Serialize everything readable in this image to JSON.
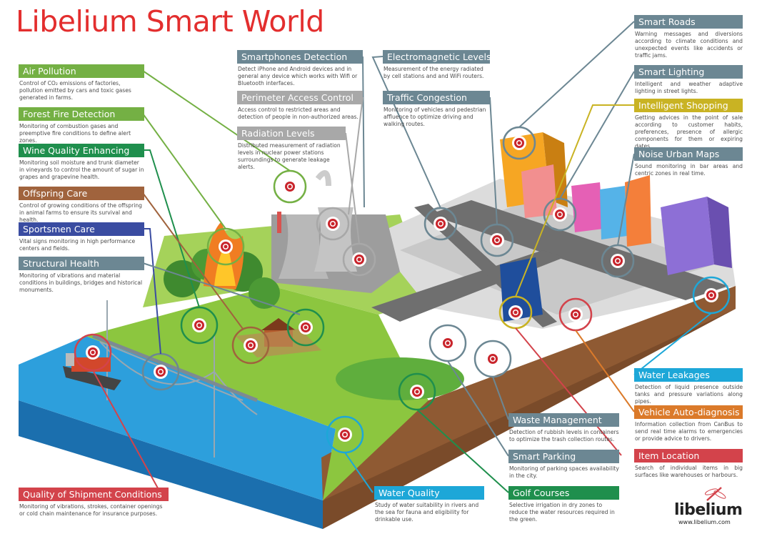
{
  "title": "Libelium Smart World",
  "callouts": {
    "air_pollution": {
      "title": "Air Pollution",
      "desc": "Control of CO₂ emissions of factories, pollution emitted by cars and toxic gases generated in farms.",
      "color": "#74b044"
    },
    "forest_fire": {
      "title": "Forest Fire Detection",
      "desc": "Monitoring of combustion gases and preemptive fire conditions to define alert zones.",
      "color": "#74b044"
    },
    "wine_quality": {
      "title": "Wine Quality Enhancing",
      "desc": "Monitoring soil moisture and trunk diameter in vineyards to control the amount of sugar in grapes and grapevine health.",
      "color": "#1f8f4d"
    },
    "offspring_care": {
      "title": "Offspring Care",
      "desc": "Control of growing conditions of the offspring in animal farms to ensure its survival and health.",
      "color": "#a0633d"
    },
    "sportsmen_care": {
      "title": "Sportsmen Care",
      "desc": "Vital signs monitoring in high performance centers and fields.",
      "color": "#3a4ca1"
    },
    "structural_health": {
      "title": "Structural Health",
      "desc": "Monitoring of vibrations and material conditions in buildings, bridges and historical monuments.",
      "color": "#6c8793"
    },
    "quality_shipment": {
      "title": "Quality of Shipment Conditions",
      "desc": "Monitoring of vibrations, strokes, container openings or cold chain maintenance for insurance purposes.",
      "color": "#d3434b"
    },
    "smartphones_detection": {
      "title": "Smartphones Detection",
      "desc": "Detect iPhone and Android devices and in general any device which works with Wifi or Bluetooth interfaces.",
      "color": "#6c8793"
    },
    "perimeter_access": {
      "title": "Perimeter Access Control",
      "desc": "Access control to restricted areas and detection of people in non-authorized areas.",
      "color": "#a8a8a8"
    },
    "radiation_levels": {
      "title": "Radiation Levels",
      "desc": "Distributed measurement of radiation levels in nuclear power stations surroundings to generate leakage alerts.",
      "color": "#a8a8a8"
    },
    "electromagnetic_levels": {
      "title": "Electromagnetic Levels",
      "desc": "Measurement of the energy radiated by cell stations and and WiFi routers.",
      "color": "#6c8793"
    },
    "traffic_congestion": {
      "title": "Traffic Congestion",
      "desc": "Monitoring of vehicles and pedestrian affluence to optimize driving and walking routes.",
      "color": "#6c8793"
    },
    "smart_roads": {
      "title": "Smart Roads",
      "desc": "Warning messages and diversions according to climate conditions and unexpected events like accidents or traffic jams.",
      "color": "#6c8793"
    },
    "smart_lighting": {
      "title": "Smart Lighting",
      "desc": "Intelligent and weather adaptive lighting in street lights.",
      "color": "#6c8793"
    },
    "intelligent_shopping": {
      "title": "Intelligent Shopping",
      "desc": "Getting advices in the point of sale according to customer habits, preferences, presence of allergic components for them or expiring dates.",
      "color": "#c9b323"
    },
    "noise_urban_maps": {
      "title": "Noise Urban Maps",
      "desc": "Sound monitoring in bar areas and centric zones in real time.",
      "color": "#6c8793"
    },
    "water_leakages": {
      "title": "Water Leakages",
      "desc": "Detection of liquid presence outside tanks and pressure variations along pipes.",
      "color": "#1da7d8"
    },
    "vehicle_autodiagnosis": {
      "title": "Vehicle Auto-diagnosis",
      "desc": "Information collection from CanBus to send real time alarms to emergencies or provide advice to drivers.",
      "color": "#db7a2a"
    },
    "item_location": {
      "title": "Item Location",
      "desc": "Search of individual items in big surfaces like warehouses or harbours.",
      "color": "#d3434b"
    },
    "waste_management": {
      "title": "Waste Management",
      "desc": "Detection of rubbish levels in containers to optimize the trash collection routes.",
      "color": "#6c8793"
    },
    "smart_parking": {
      "title": "Smart Parking",
      "desc": "Monitoring of parking spaces availability in the city.",
      "color": "#6c8793"
    },
    "water_quality": {
      "title": "Water Quality",
      "desc": "Study of water suitability in rivers and the sea for fauna and eligibility for drinkable use.",
      "color": "#1da7d8"
    },
    "golf_courses": {
      "title": "Golf Courses",
      "desc": "Selective irrigation in dry zones to reduce the water resources required in the green.",
      "color": "#1f8f4d"
    }
  },
  "logo": {
    "name": "libelium",
    "url": "www.libelium.com"
  },
  "icons": {
    "sensor": "sensor-target-icon",
    "dragonfly": "dragonfly-logo-icon"
  }
}
